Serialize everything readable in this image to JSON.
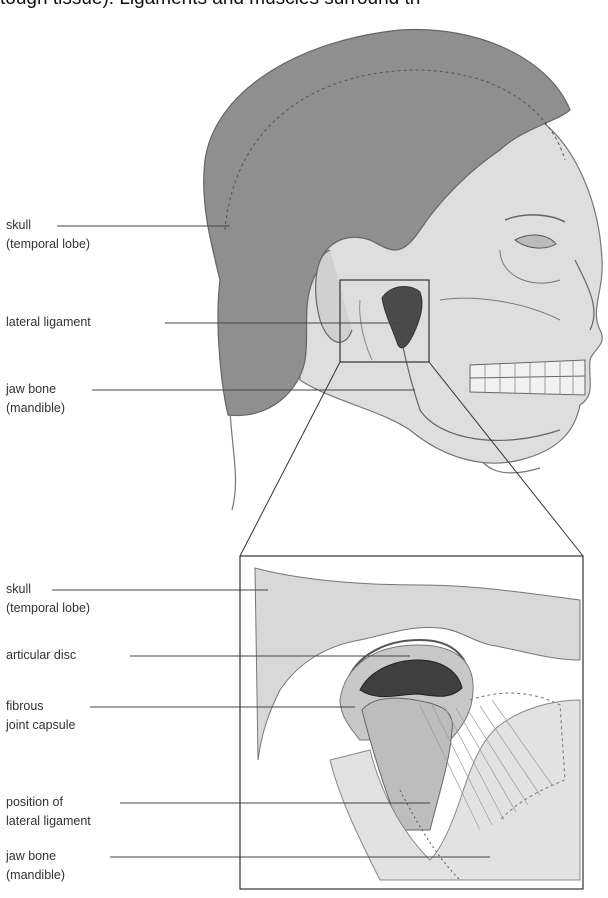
{
  "header": {
    "text": "tough tissue). Ligaments and muscles surround th"
  },
  "top_labels": {
    "skull": {
      "line1": "skull",
      "line2": "(temporal lobe)"
    },
    "lateral_ligament": {
      "line1": "lateral ligament"
    },
    "jaw_bone": {
      "line1": "jaw bone",
      "line2": "(mandible)"
    }
  },
  "bottom_labels": {
    "skull": {
      "line1": "skull",
      "line2": "(temporal lobe)"
    },
    "articular_disc": {
      "line1": "articular disc"
    },
    "fibrous_capsule": {
      "line1": "fibrous",
      "line2": "joint capsule"
    },
    "lateral_ligament_position": {
      "line1": "position of",
      "line2": "lateral ligament"
    },
    "jaw_bone": {
      "line1": "jaw bone",
      "line2": "(mandible)"
    }
  },
  "colors": {
    "hair": "#8f8f8f",
    "skin": "#dcdcdc",
    "bone": "#e4e4e4",
    "ligament": "#4a4a4a",
    "line": "#555555"
  }
}
